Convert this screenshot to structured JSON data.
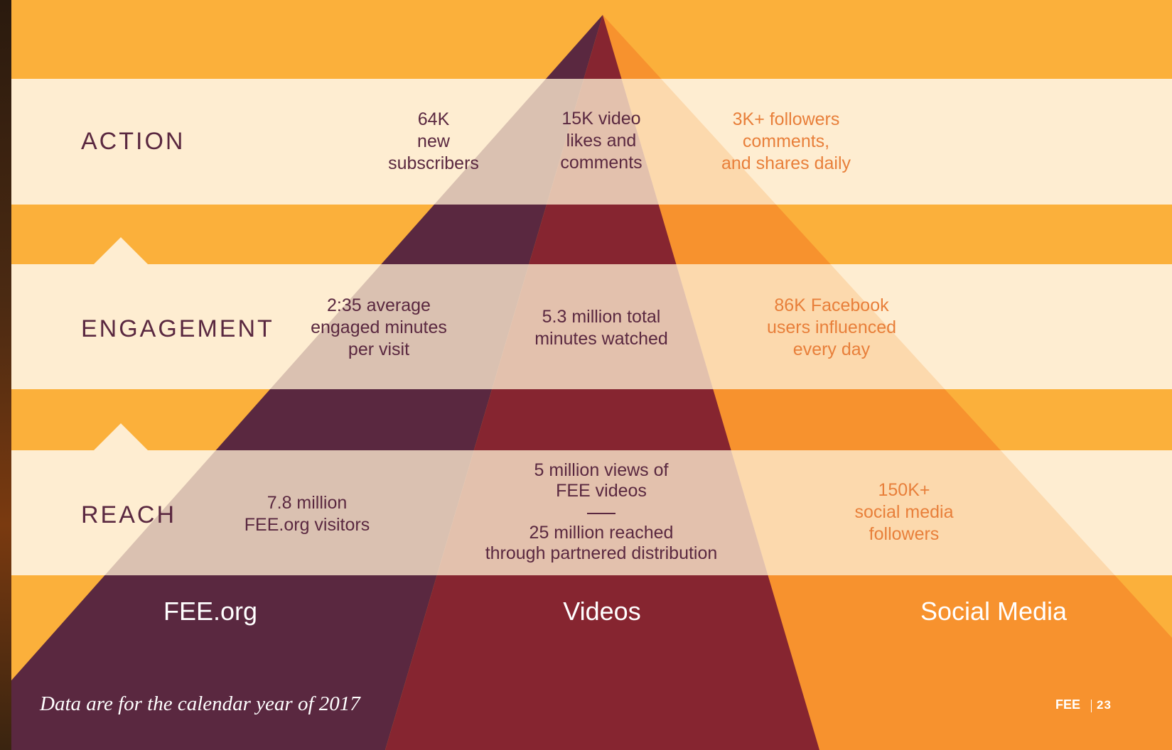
{
  "colors": {
    "background": "#FBB03B",
    "band": "#FEEDD1",
    "fee_org": "#5A2840",
    "videos": "#862530",
    "social_media": "#F7922E",
    "stat_dark": "#5A2840",
    "stat_orange": "#E87F3A"
  },
  "levels": [
    {
      "label": "ACTION"
    },
    {
      "label": "ENGAGEMENT"
    },
    {
      "label": "REACH"
    }
  ],
  "columns": [
    {
      "title": "FEE.org"
    },
    {
      "title": "Videos"
    },
    {
      "title": "Social Media"
    }
  ],
  "stats": {
    "action": {
      "fee_org": "64K\nnew\nsubscribers",
      "videos": "15K video\nlikes and\ncomments",
      "social_media": "3K+ followers\ncomments,\nand shares daily"
    },
    "engagement": {
      "fee_org": "2:35 average\nengaged minutes\nper visit",
      "videos": "5.3 million total\nminutes watched",
      "social_media": "86K Facebook\nusers influenced\nevery day"
    },
    "reach": {
      "fee_org": "7.8 million\nFEE.org visitors",
      "videos_top": "5 million views of\nFEE videos",
      "videos_bottom": "25 million reached\nthrough partnered distribution",
      "social_media": "150K+\nsocial media\nfollowers"
    }
  },
  "footnote": "Data are for the calendar year of 2017",
  "brand": "FEE",
  "page_number": "23"
}
